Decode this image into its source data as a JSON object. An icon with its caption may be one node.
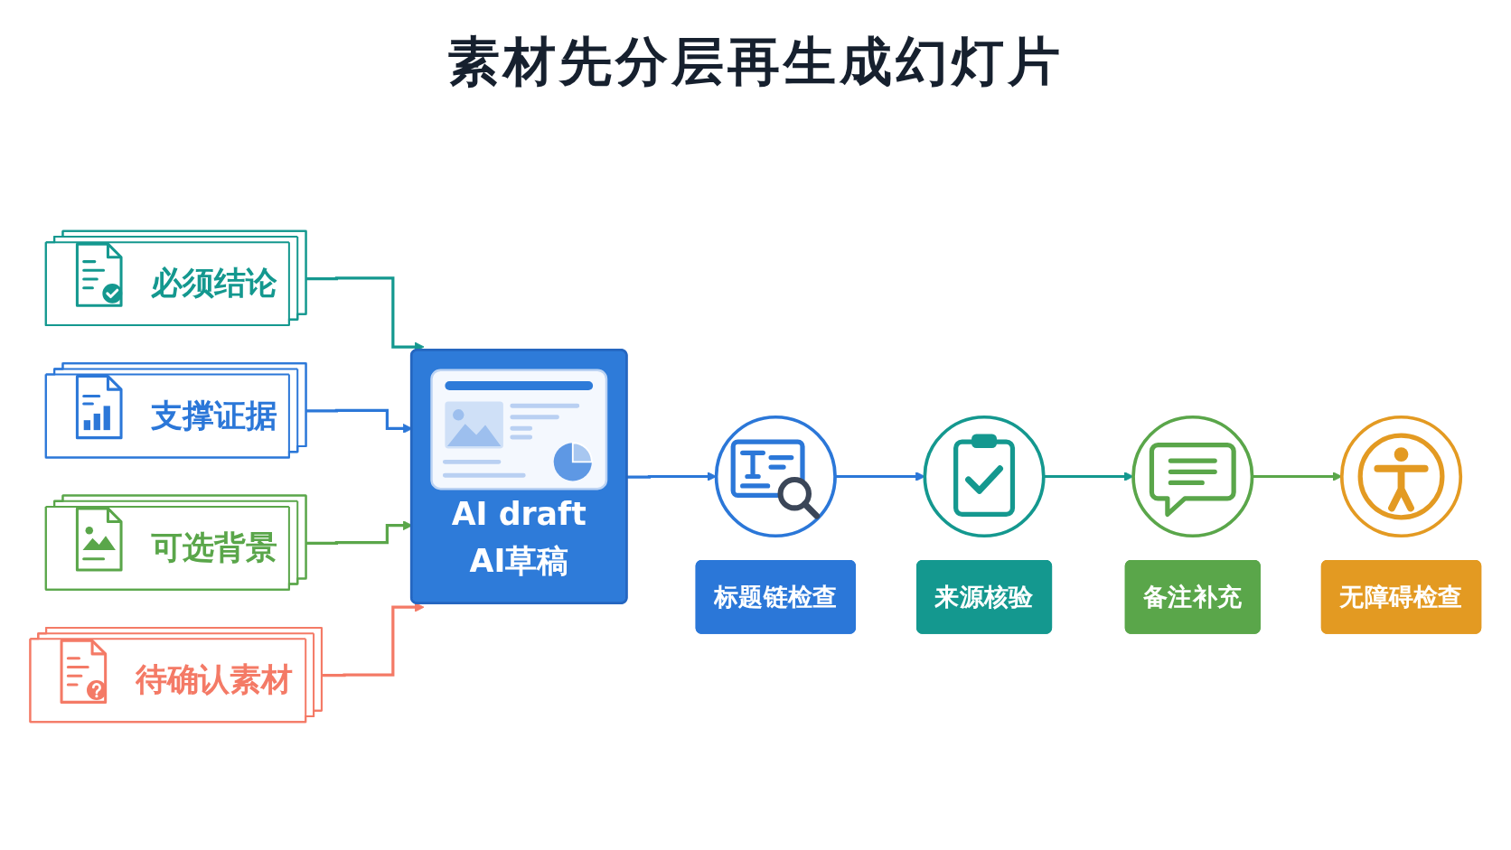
{
  "diagram": {
    "title": "素材先分层再生成幻灯片",
    "nodes": [
      {
        "text": [
          "必须结论"
        ]
      },
      {
        "text": [
          "支撑证据"
        ]
      },
      {
        "text": [
          "可选背景"
        ]
      },
      {
        "text": [
          "待确认素材"
        ]
      },
      {
        "text": [
          "AI draft",
          "AI草稿"
        ]
      },
      {
        "text": [],
        "shape": "circle"
      },
      {
        "text": [],
        "shape": "circle"
      },
      {
        "text": [],
        "shape": "circle"
      },
      {
        "text": [],
        "shape": "circle"
      },
      {
        "text": [
          "标题链检查"
        ]
      },
      {
        "text": [
          "来源核验"
        ]
      },
      {
        "text": [
          "备注补充"
        ]
      },
      {
        "text": [
          "无障碍检查"
        ]
      }
    ],
    "edges": [
      {
        "from": 0,
        "to": 4,
        "arrow": "to",
        "color": "#14988f"
      },
      {
        "from": 1,
        "to": 4,
        "arrow": "to"
      },
      {
        "from": 2,
        "to": 4,
        "arrow": "to",
        "color": "#5aa64a"
      },
      {
        "from": 3,
        "to": 4,
        "arrow": "to",
        "color": "#f47a66"
      },
      {
        "from": 4,
        "to": 5,
        "arrow": "to"
      },
      {
        "from": 5,
        "to": 6,
        "arrow": "to"
      },
      {
        "from": 6,
        "to": 7,
        "arrow": "to",
        "color": "#14988f"
      },
      {
        "from": 7,
        "to": 8,
        "arrow": "to",
        "color": "#5aa64a"
      }
    ]
  }
}
